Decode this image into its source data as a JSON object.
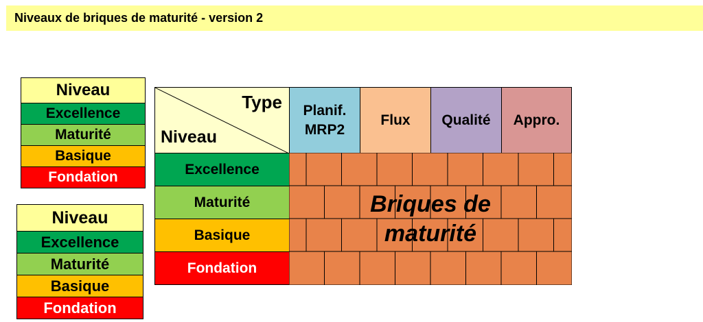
{
  "title": "Niveaux de briques de maturité - version 2",
  "legend": {
    "header": "Niveau",
    "levels": [
      "Excellence",
      "Maturité",
      "Basique",
      "Fondation"
    ]
  },
  "matrix": {
    "corner_type": "Type",
    "corner_level": "Niveau",
    "columns": [
      {
        "line1": "Planif.",
        "line2": "MRP2",
        "color": "#92cddc"
      },
      {
        "line1": "Flux",
        "line2": "",
        "color": "#fac090"
      },
      {
        "line1": "Qualité",
        "line2": "",
        "color": "#b3a2c7"
      },
      {
        "line1": "Appro.",
        "line2": "",
        "color": "#d99694"
      }
    ],
    "rows": [
      {
        "label": "Excellence",
        "color": "#00a651"
      },
      {
        "label": "Maturité",
        "color": "#92d050"
      },
      {
        "label": "Basique",
        "color": "#ffc000"
      },
      {
        "label": "Fondation",
        "color": "#ff0000"
      }
    ],
    "brick_text_line1": "Briques de",
    "brick_text_line2": "maturité",
    "brick_color": "#e8834a"
  }
}
